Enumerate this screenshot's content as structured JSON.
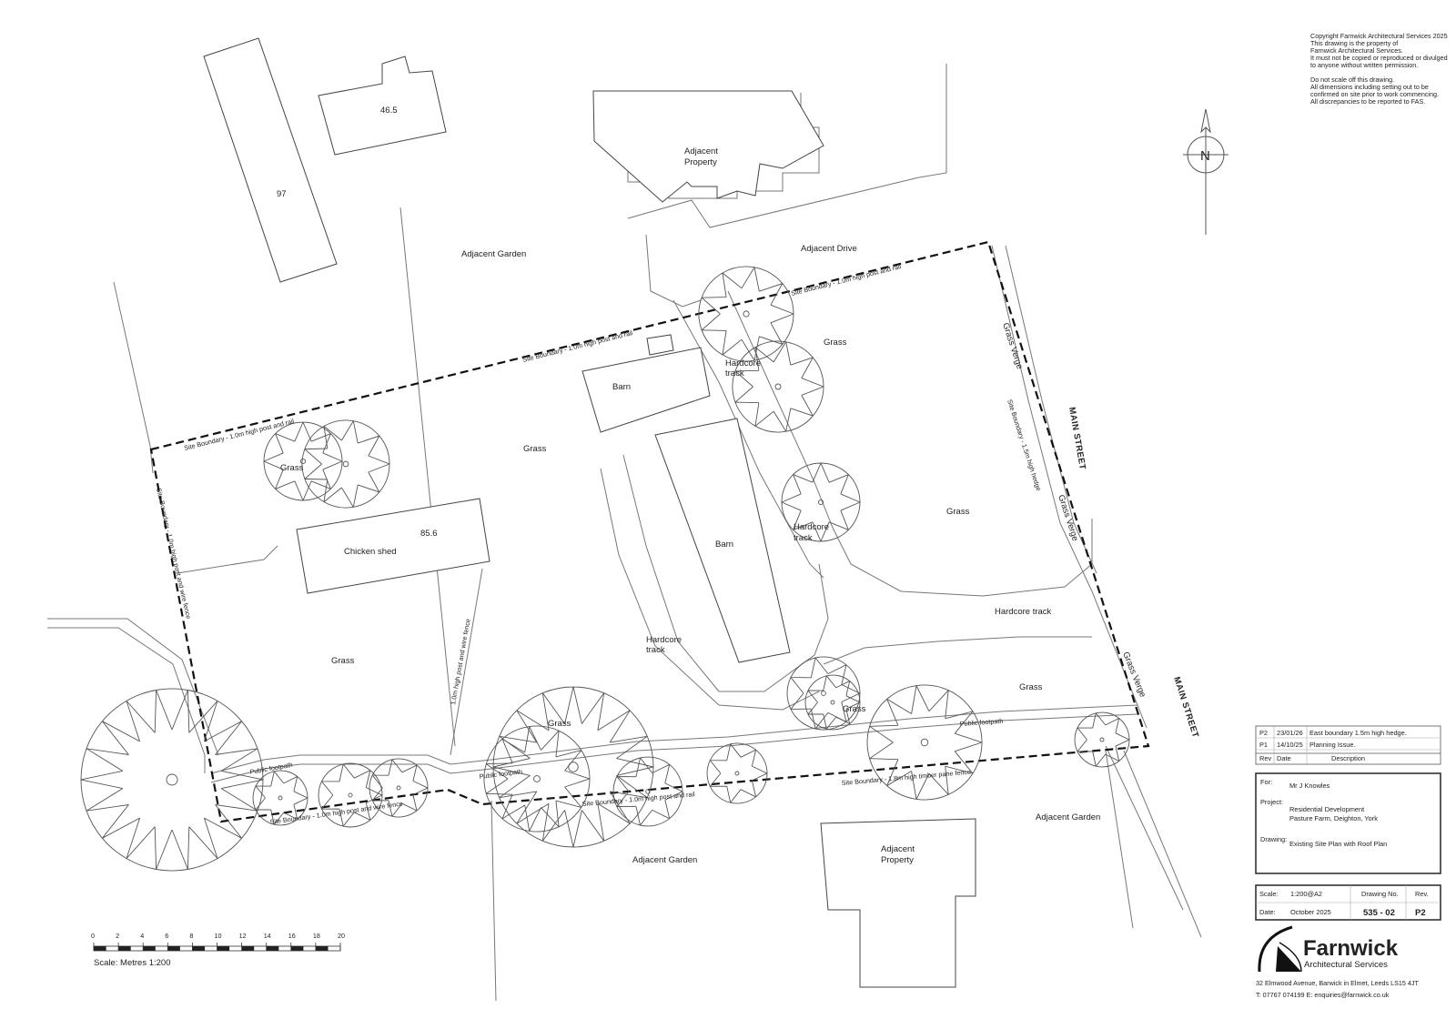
{
  "copyright": {
    "lines": [
      "Copyright Farnwick Architectural Services 2025",
      "This drawing is the property of",
      "Farnwick Architectural Services.",
      "It must not be copied or reproduced or divulged",
      "to anyone without written permission.",
      "",
      "Do not scale off this drawing.",
      "All dimensions including setting out to be",
      "confirmed on site prior to work commencing.",
      "All discrepancies to be reported to FAS."
    ]
  },
  "north_arrow": {
    "label": "N"
  },
  "labels": {
    "adjacent_property_n": [
      "Adjacent",
      "Property"
    ],
    "adjacent_property_s": [
      "Adjacent",
      "Property"
    ],
    "adjacent_garden_n": "Adjacent Garden",
    "adjacent_garden_se": "Adjacent Garden",
    "adjacent_garden_s": "Adjacent Garden",
    "adjacent_drive": "Adjacent Drive",
    "main_street_1": "MAIN STREET",
    "main_street_2": "MAIN STREET",
    "grass_verge_1": "Grass Verge",
    "grass_verge_2": "Grass Verge",
    "grass_verge_3": "Grass Verge",
    "level_97": "97",
    "level_465": "46.5",
    "level_856": "85.6",
    "barn_1": "Barn",
    "barn_2": "Barn",
    "chicken_shed": "Chicken shed",
    "grass_1": "Grass",
    "grass_2": "Grass",
    "grass_3": "Grass",
    "grass_4": "Grass",
    "grass_5": "Grass",
    "grass_6": "Grass",
    "grass_7": "Grass",
    "grass_8": "Grass",
    "hardcore_track_1": [
      "Hardcore",
      "track"
    ],
    "hardcore_track_2": [
      "Hardcore",
      "track"
    ],
    "hardcore_track_3": [
      "Hardcore",
      "track"
    ],
    "hardcore_track_4": "Hardcore track",
    "public_footpath_1": "Public footpath",
    "public_footpath_2": "Public footpath",
    "public_footpath_3": "Public footpath",
    "boundary_north_1": "Site Boundary - 1.0m high post and rail",
    "boundary_north_2": "Site Boundary - 1.0m high post and rail",
    "boundary_north_3": "Site Boundary - 1.0m high post and rail",
    "boundary_west": "Site Boundary - 1.0m high post and wire fence",
    "boundary_east": "Site Boundary - 1.5m high hedge",
    "boundary_south_1": "Site Boundary - 1.0m high post and wire fence",
    "boundary_south_2": "Site Boundary - 1.0m high post and rail",
    "boundary_south_3": "Site Boundary - 1.8m high timber pane fence",
    "internal_fence": "1.0m high post and wire fence"
  },
  "scale_bar": {
    "ticks": [
      "0",
      "2",
      "4",
      "6",
      "8",
      "10",
      "12",
      "14",
      "16",
      "18",
      "20"
    ],
    "caption": "Scale: Metres 1:200"
  },
  "revisions": {
    "rows": [
      {
        "rev": "P2",
        "date": "23/01/26",
        "description": "East boundary 1.5m high hedge."
      },
      {
        "rev": "P1",
        "date": "14/10/25",
        "description": "Planning Issue."
      }
    ],
    "header": {
      "rev": "Rev",
      "date": "Date",
      "description": "Description"
    }
  },
  "title_block": {
    "for_label": "For:",
    "for_value": "Mr J Knowles",
    "project_label": "Project:",
    "project_value": [
      "Residential Development",
      "Pasture Farm, Deighton,  York"
    ],
    "drawing_label": "Drawing:",
    "drawing_value": "Existing Site Plan with Roof Plan",
    "scale_label": "Scale:",
    "scale_value": "1:200@A2",
    "date_label": "Date:",
    "date_value": "October 2025",
    "drawing_no_label": "Drawing No.",
    "drawing_no_value": "535 - 02",
    "rev_label": "Rev.",
    "rev_value": "P2"
  },
  "company": {
    "name": "Farnwick",
    "subtitle": "Architectural Services",
    "address": "32 Elmwood Avenue, Barwick in Elmet, Leeds LS15 4JT",
    "contact": "T: 07767 074199 E: enquiries@farnwick.co.uk"
  }
}
